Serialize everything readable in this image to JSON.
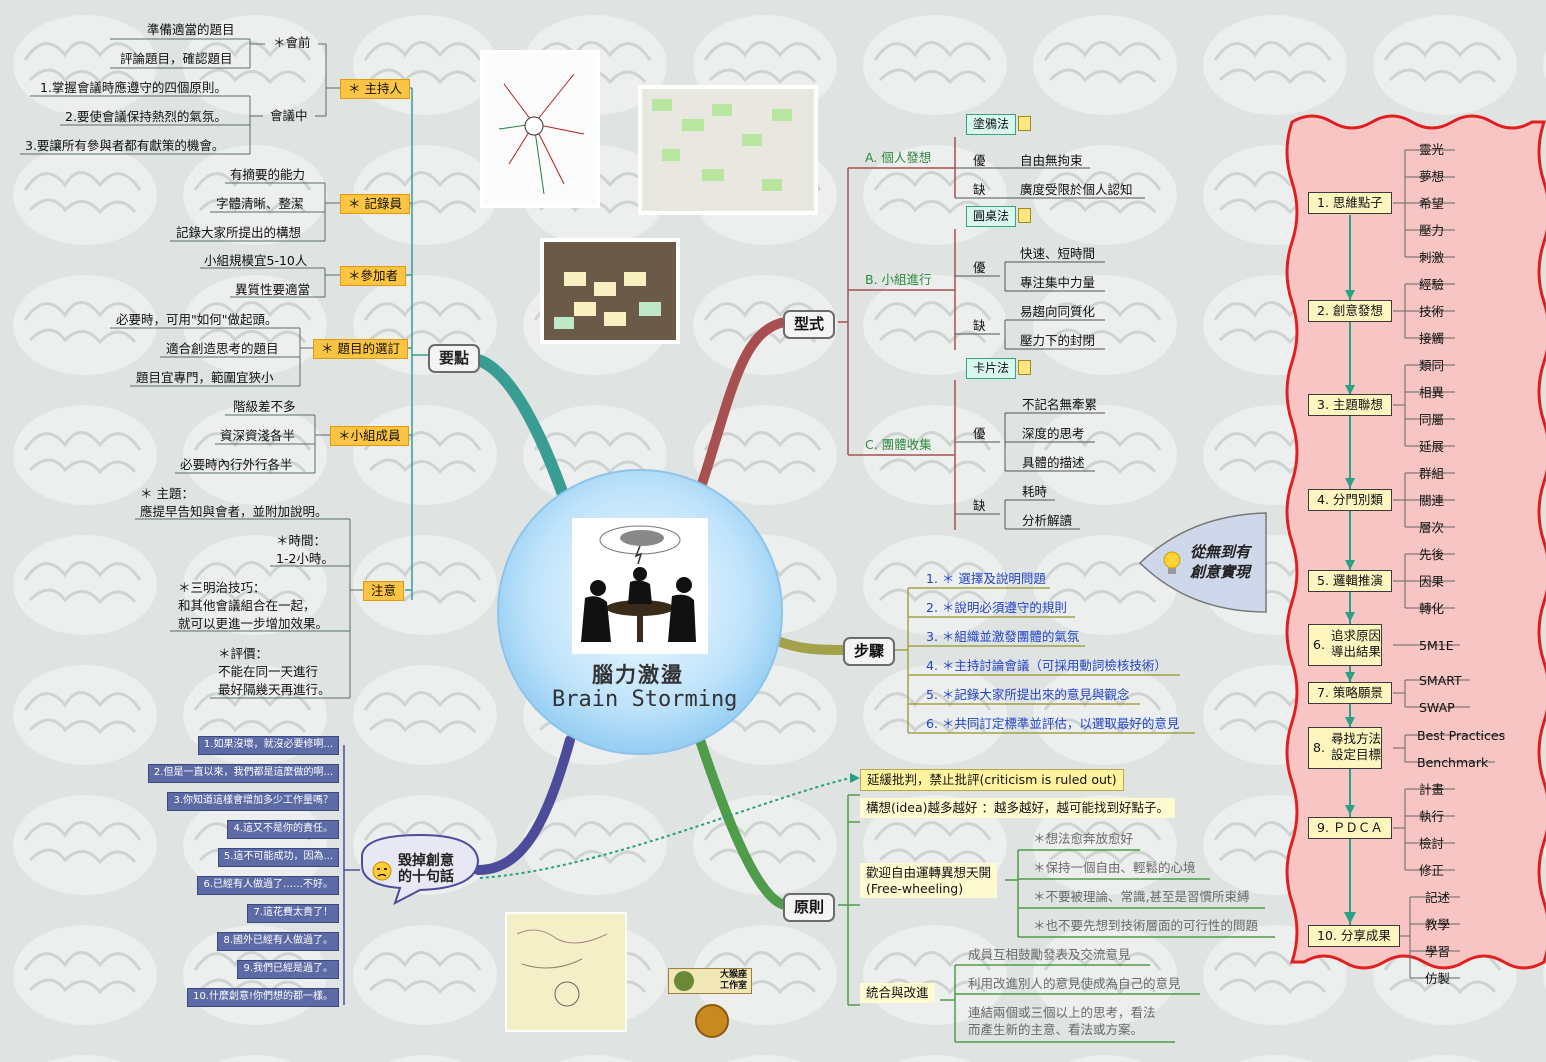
{
  "center": {
    "title_zh": "腦力激盪",
    "title_en": "Brain Storming"
  },
  "branches": {
    "yaodian": "要點",
    "xingshi": "型式",
    "buzhou": "步驟",
    "yuanze": "原則",
    "huidiao": "毀掉創意\n的十句話"
  },
  "yaodian": {
    "host": "＊ 主持人",
    "before_meeting": "＊會前",
    "before_items": [
      "準備適當的題目",
      "評論題目，確認題目"
    ],
    "during_meeting": "會議中",
    "during_items": [
      "1.掌握會議時應遵守的四個原則。",
      "2.要使會議保持熱烈的氣氛。",
      "3.要讓所有參與者都有獻策的機會。"
    ],
    "recorder": "＊ 記錄員",
    "recorder_items": [
      "有摘要的能力",
      "字體清晰、整潔",
      "記錄大家所提出的構想"
    ],
    "participants": "＊參加者",
    "participants_items": [
      "小組規模宜5-10人",
      "異質性要適當"
    ],
    "topic_choice": "＊ 題目的選訂",
    "topic_items": [
      "必要時，可用\"如何\"做起頭。",
      "適合創造思考的題目",
      "題目宜專門，範圍宜狹小"
    ],
    "members": "＊小組成員",
    "members_items": [
      "階級差不多",
      "資深資淺各半",
      "必要時內行外行各半"
    ],
    "notes": "注意",
    "notes_items": [
      "＊ 主題：\n應提早告知與會者，並附加說明。",
      "＊時間：\n1-2小時。",
      "＊三明治技巧：\n和其他會議組合在一起，\n就可以更進一步增加效果。",
      "＊評價：\n不能在同一天進行\n最好隔幾天再進行。"
    ]
  },
  "xingshi": {
    "a": "A. 個人發想",
    "a_method": "塗鴉法",
    "b": "B. 小組進行",
    "b_method": "圓桌法",
    "c": "C. 團體收集",
    "c_method": "卡片法",
    "pro": "優",
    "con": "缺",
    "a_pro": [
      "自由無拘束"
    ],
    "a_con": [
      "廣度受限於個人認知"
    ],
    "b_pro": [
      "快速、短時間",
      "專注集中力量"
    ],
    "b_con": [
      "易趨向同質化",
      "壓力下的封閉"
    ],
    "c_pro": [
      "不記名無牽累",
      "深度的思考",
      "具體的描述"
    ],
    "c_con": [
      "耗時",
      "分析解讀"
    ]
  },
  "buzhou": [
    "1. ＊ 選擇及說明問題",
    "2. ＊說明必須遵守的規則",
    "3. ＊組織並激發團體的氣氛",
    "4. ＊主持討論會議（可採用動詞檢核技術）",
    "5. ＊記錄大家所提出來的意見與觀念",
    "6. ＊共同訂定標準並評估，以選取最好的意見"
  ],
  "yuanze": {
    "p1": "延緩批判，禁止批評(criticism is ruled out)",
    "p2": "構想(idea)越多越好 ：越多越好，越可能找到好點子。",
    "p3": "歡迎自由運轉異想天開\n(Free-wheeling)",
    "p3_items": [
      "＊想法愈奔放愈好",
      "＊保持一個自由、輕鬆的心境",
      "＊不要被理論、常識,甚至是習慣所束縛",
      "＊也不要先想到技術層面的可行性的問題"
    ],
    "p4": "統合與改進",
    "p4_items": [
      "成員互相鼓勵發表及交流意見",
      "利用改進別人的意見使成為自己的意見",
      "連結兩個或三個以上的思考，看法\n而產生新的主意、看法或方案。"
    ]
  },
  "negative": [
    "1.如果沒壞，就沒必要修啊...",
    "2.但是一直以來，我們都是這麼做的啊...",
    "3.你知道這樣會增加多少工作量嗎？",
    "4.這又不是你的責任。",
    "5.這不可能成功，因為...",
    "6.已經有人做過了……不好。",
    "7.這花費太貴了！",
    "8.國外已經有人做過了。",
    "9.我們已經是過了。",
    "10.什麼創意!你們想的都一樣。"
  ],
  "callout": "從無到有\n創意實現",
  "process": [
    {
      "label": "1. 思維點子",
      "items": [
        "靈光",
        "夢想",
        "希望",
        "壓力",
        "刺激"
      ]
    },
    {
      "label": "2. 創意發想",
      "items": [
        "經驗",
        "技術",
        "接觸"
      ]
    },
    {
      "label": "3. 主題聯想",
      "items": [
        "類同",
        "相異",
        "同屬",
        "延展"
      ]
    },
    {
      "label": "4. 分門別類",
      "items": [
        "群組",
        "關連",
        "層次"
      ]
    },
    {
      "label": "5. 邏輯推演",
      "items": [
        "先後",
        "因果",
        "轉化"
      ]
    },
    {
      "label": "6.",
      "sub": "追求原因\n導出結果",
      "items": [
        "5M1E"
      ]
    },
    {
      "label": "7. 策略願景",
      "items": [
        "SMART",
        "SWAP"
      ]
    },
    {
      "label": "8.",
      "sub": "尋找方法\n設定目標",
      "items": [
        "Best Practices",
        "Benchmark"
      ]
    },
    {
      "label": "9. ＰＤＣＡ",
      "items": [
        "計畫",
        "執行",
        "檢討",
        "修正"
      ]
    },
    {
      "label": "10. 分享成果",
      "items": [
        "記述",
        "教學",
        "學習",
        "仿製"
      ]
    }
  ],
  "logo": "大猴座\n工作室",
  "colors": {
    "yaodian": "#3a9d93",
    "xingshi": "#a85050",
    "buzhou": "#a3a24a",
    "yuanze": "#4f9c4a",
    "huidiao": "#4d4c9a",
    "process_bg": "#f7c6c4",
    "process_border": "#e02020",
    "process_line": "#2aa087"
  }
}
